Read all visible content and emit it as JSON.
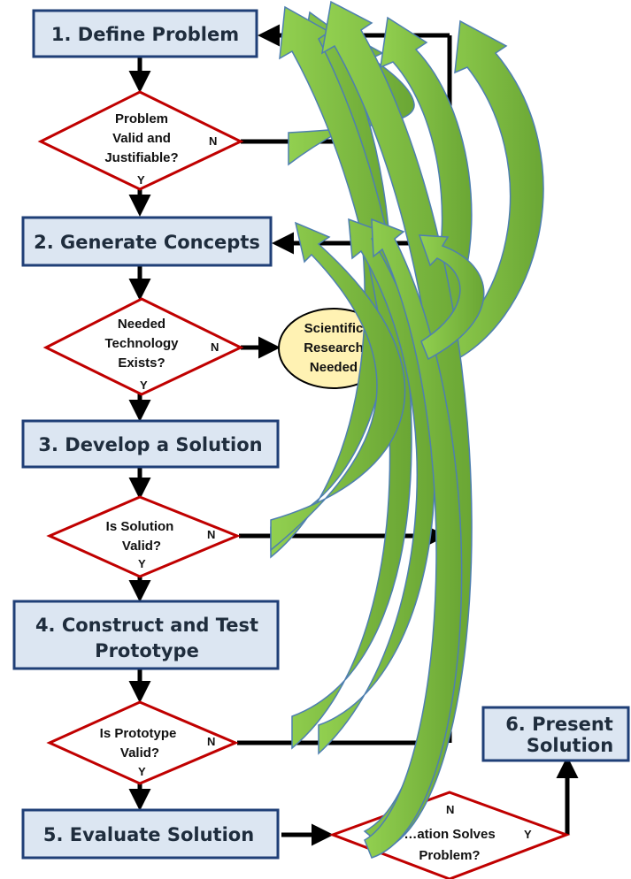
{
  "steps": {
    "s1": "1. Define Problem",
    "s2": "2. Generate Concepts",
    "s3": "3. Develop a Solution",
    "s4_line1": "4. Construct and Test",
    "s4_line2": "Prototype",
    "s5": "5.  Evaluate Solution",
    "s6_line1": "6.  Present",
    "s6_line2": "Solution"
  },
  "decisions": {
    "d1": [
      "Problem",
      "Valid and",
      "Justifiable?"
    ],
    "d2": [
      "Needed",
      "Technology",
      "Exists?"
    ],
    "d3": [
      "Is Solution",
      "Valid?"
    ],
    "d4": [
      "Is Prototype",
      "Valid?"
    ],
    "d5": [
      "…ation Solves",
      "Problem?"
    ]
  },
  "oval": [
    "Scientific",
    "Research",
    "Needed"
  ],
  "yes_label": "Y",
  "no_label": "N",
  "colors": {
    "box_fill": "#dce6f2",
    "box_stroke": "#1f3f77",
    "diamond_stroke": "#c00000",
    "oval_fill": "#fff2b3",
    "arrow_green_light": "#92d050",
    "arrow_green_dark": "#70a83a",
    "arrow_outline": "#4e7fb0"
  }
}
